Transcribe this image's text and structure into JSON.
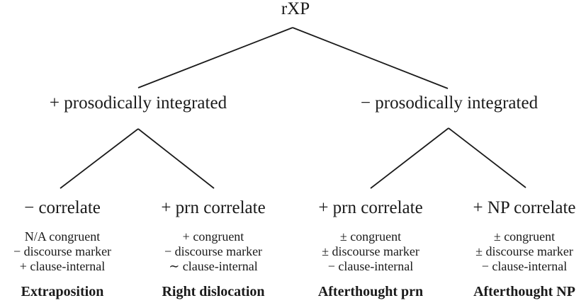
{
  "diagram": {
    "root": "rXP",
    "branches": [
      {
        "label": "+ prosodically integrated"
      },
      {
        "label": "− prosodically integrated"
      }
    ],
    "leaves": [
      {
        "label": "− correlate",
        "features": [
          "N/A congruent",
          "− discourse marker",
          "+ clause-internal"
        ],
        "category": "Extraposition"
      },
      {
        "label": "+ prn correlate",
        "features": [
          "+ congruent",
          "− discourse marker",
          "∼ clause-internal"
        ],
        "category": "Right dislocation"
      },
      {
        "label": "+ prn correlate",
        "features": [
          "± congruent",
          "± discourse marker",
          "− clause-internal"
        ],
        "category": "Afterthought prn"
      },
      {
        "label": "+ NP correlate",
        "features": [
          "± congruent",
          "± discourse marker",
          "− clause-internal"
        ],
        "category": "Afterthought NP"
      }
    ],
    "colors": {
      "text": "#1a1a1a",
      "line": "#1a1a1a",
      "background": "#ffffff"
    }
  }
}
